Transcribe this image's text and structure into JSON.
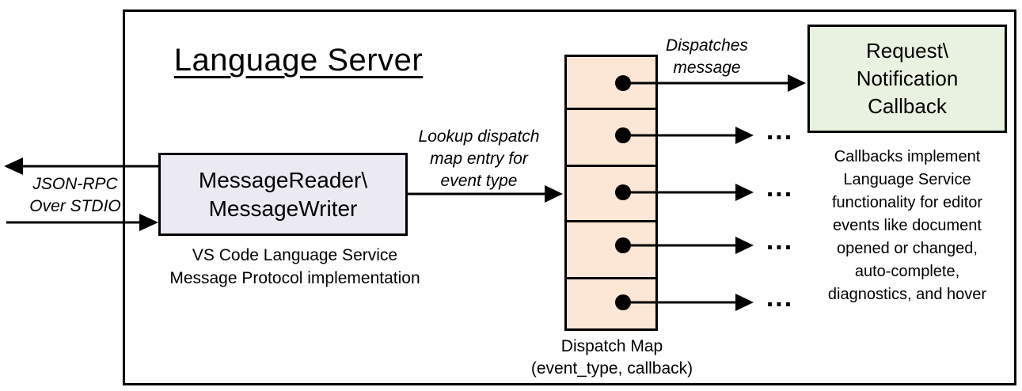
{
  "diagram": {
    "title": "Language Server"
  },
  "nodes": {
    "message_reader": {
      "label": [
        "MessageReader\\",
        "MessageWriter"
      ],
      "caption": [
        "VS Code Language Service",
        "Message Protocol implementation"
      ],
      "fill": "#EBEAF2"
    },
    "dispatch_map": {
      "caption": [
        "Dispatch Map",
        "(event_type, callback)"
      ],
      "rows": 5,
      "fill": "#FCE6D5"
    },
    "callback": {
      "label": [
        "Request\\",
        "Notification",
        "Callback"
      ],
      "caption": [
        "Callbacks implement",
        "Language Service",
        "functionality for editor",
        "events like document",
        "opened or changed,",
        "auto-complete,",
        "diagnostics, and hover"
      ],
      "fill": "#E9F2E0"
    }
  },
  "edges": {
    "json_rpc_label": [
      "JSON-RPC",
      "Over STDIO"
    ],
    "lookup_label": [
      "Lookup dispatch",
      "map entry for",
      "event type"
    ],
    "dispatches_label": [
      "Dispatches",
      "message"
    ],
    "ellipsis": "...",
    "stroke": "#000000"
  }
}
